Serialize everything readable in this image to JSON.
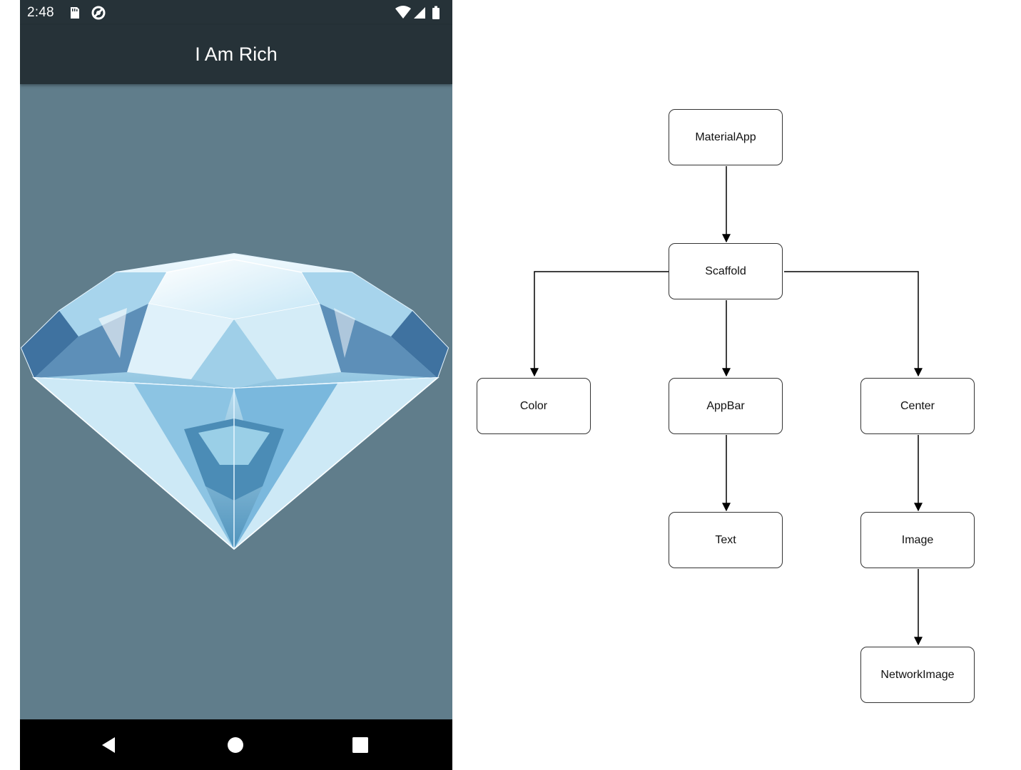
{
  "status_bar": {
    "time": "2:48",
    "left_icons": [
      "sd-card-icon",
      "data-saver-icon"
    ],
    "right_icons": [
      "wifi-icon",
      "signal-icon",
      "battery-icon"
    ]
  },
  "app_bar": {
    "title": "I Am Rich"
  },
  "body": {
    "background_color": "#607d8b",
    "image": "diamond-image"
  },
  "nav_bar": {
    "buttons": [
      "back-icon",
      "home-icon",
      "recents-icon"
    ]
  },
  "colors": {
    "app_bar": "#263238",
    "body": "#607d8b",
    "nav_bar": "#000000"
  },
  "diagram": {
    "nodes": {
      "material_app": "MaterialApp",
      "scaffold": "Scaffold",
      "color": "Color",
      "app_bar": "AppBar",
      "center": "Center",
      "text": "Text",
      "image": "Image",
      "network_image": "NetworkImage"
    }
  }
}
